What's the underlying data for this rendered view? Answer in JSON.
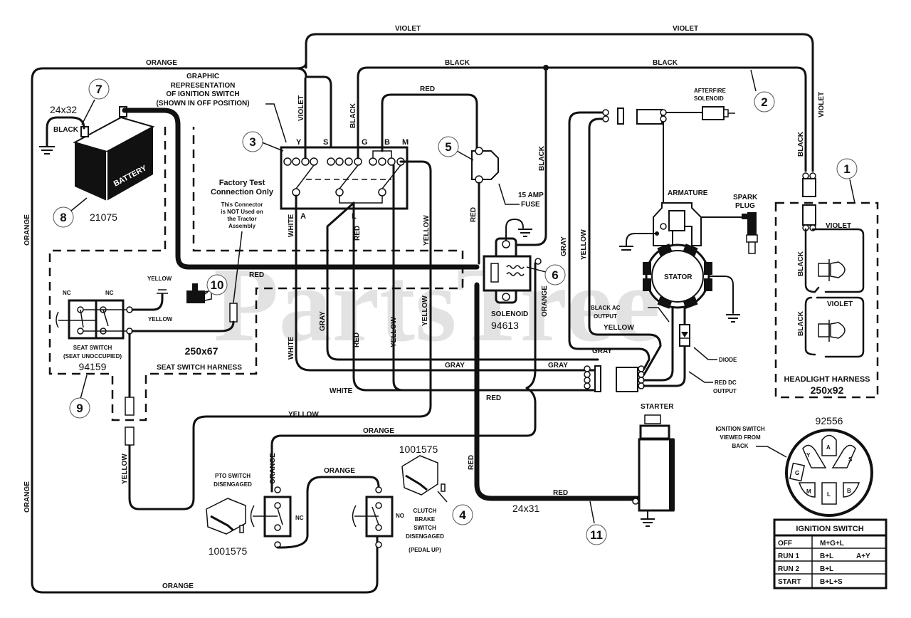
{
  "watermark": "PartsTree",
  "wire_labels": {
    "violet_top_left": "VIOLET",
    "violet_top_right": "VIOLET",
    "black_top_left": "BLACK",
    "black_top_right": "BLACK",
    "orange_top": "ORANGE",
    "orange_left_upper": "ORANGE",
    "orange_left_lower": "ORANGE",
    "orange_bottom": "ORANGE",
    "red_top": "RED",
    "violet_switch": "VIOLET",
    "black_switch": "BLACK",
    "black_solenoid": "BLACK",
    "red_fuse": "RED",
    "white_a": "WHITE",
    "red_l": "RED",
    "yellow_m": "YELLOW",
    "red_bus": "RED",
    "white_lower": "WHITE",
    "gray_lower": "GRAY",
    "red_lower": "RED",
    "yellow_lower_1": "YELLOW",
    "yellow_lower_2": "YELLOW",
    "gray_mid": "GRAY",
    "white_mid": "WHITE",
    "red_mid": "RED",
    "orange_solenoid": "ORANGE",
    "gray_right": "GRAY",
    "gray_stator": "GRAY",
    "gray_plug": "GRAY",
    "yellow_stator": "YELLOW",
    "yellow_right": "YELLOW",
    "yellow_harness": "YELLOW",
    "orange_mid": "ORANGE",
    "orange_pto": "ORANGE",
    "orange_clutch": "ORANGE",
    "yellow_seat_top": "YELLOW",
    "yellow_seat_bottom": "YELLOW",
    "yellow_left_vertical": "YELLOW",
    "red_starter_vertical": "RED",
    "red_starter": "RED",
    "black_battery": "BLACK",
    "black_headlight_vertical": "BLACK",
    "violet_headlight_vertical": "VIOLET",
    "violet_lamp_1": "VIOLET",
    "violet_lamp_2": "VIOLET",
    "black_lamp_1": "BLACK",
    "black_lamp_2": "BLACK"
  },
  "components": {
    "ignition_graphic_title": [
      "GRAPHIC",
      "REPRESENTATION",
      "OF IGNITION SWITCH",
      "(SHOWN IN OFF POSITION)"
    ],
    "ignition_terminals_top": [
      "Y",
      "S",
      "G",
      "B",
      "M"
    ],
    "ignition_terminals_bottom": [
      "A",
      "L"
    ],
    "battery_label": "BATTERY",
    "battery_part": "21075",
    "battery_cable_size": "24x32",
    "factory_test_title": [
      "Factory Test",
      "Connection Only"
    ],
    "factory_test_note": [
      "This Connector",
      "is NOT Used on",
      "the Tractor",
      "Assembly"
    ],
    "fuse_label": [
      "15 AMP",
      "FUSE"
    ],
    "solenoid_label": "SOLENOID",
    "solenoid_part": "94613",
    "afterfire_label": [
      "AFTERFIRE",
      "SOLENOID"
    ],
    "armature_label": "ARMATURE",
    "spark_plug_label": [
      "SPARK",
      "PLUG"
    ],
    "stator_label": "STATOR",
    "black_ac_label": [
      "BLACK AC",
      "OUTPUT"
    ],
    "diode_label": "DIODE",
    "red_dc_label": [
      "RED DC",
      "OUTPUT"
    ],
    "headlight_harness_label": "HEADLIGHT HARNESS",
    "headlight_harness_part": "250x92",
    "seat_switch_nc_left": "NC",
    "seat_switch_nc_right": "NC",
    "seat_switch_label": [
      "SEAT SWITCH",
      "(SEAT UNOCCUPIED)"
    ],
    "seat_switch_part": "94159",
    "seat_harness_size": "250x67",
    "seat_harness_label": "SEAT SWITCH HARNESS",
    "pto_label": [
      "PTO SWITCH",
      "DISENGAGED"
    ],
    "pto_part": "1001575",
    "pto_state": "NC",
    "clutch_part": "1001575",
    "clutch_state": "NO",
    "clutch_label": [
      "CLUTCH",
      "BRAKE",
      "SWITCH",
      "DISENGAGED",
      "(PEDAL UP)"
    ],
    "starter_label": "STARTER",
    "starter_cable_size": "24x31",
    "ignition_back_label": [
      "IGNITION SWITCH",
      "VIEWED FROM",
      "BACK"
    ],
    "ignition_back_part": "92556",
    "ignition_back_terminals": [
      "A",
      "Y",
      "S",
      "G",
      "M",
      "L",
      "B"
    ]
  },
  "callouts": [
    "1",
    "2",
    "3",
    "4",
    "5",
    "6",
    "7",
    "8",
    "9",
    "10",
    "11"
  ],
  "ignition_table": {
    "title": "IGNITION SWITCH",
    "rows": [
      {
        "position": "OFF",
        "connections": "M+G+L",
        "extra": ""
      },
      {
        "position": "RUN 1",
        "connections": "B+L",
        "extra": "A+Y"
      },
      {
        "position": "RUN 2",
        "connections": "B+L",
        "extra": ""
      },
      {
        "position": "START",
        "connections": "B+L+S",
        "extra": ""
      }
    ]
  }
}
